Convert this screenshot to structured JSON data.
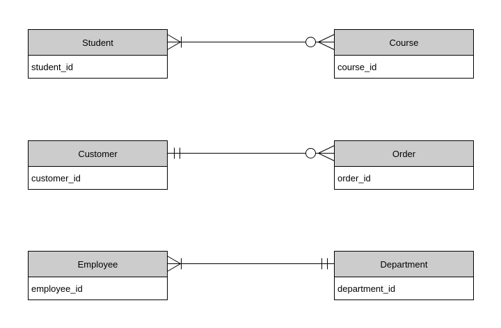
{
  "diagram": {
    "kind": "entity-relationship-crowsfoot",
    "colors": {
      "background": "#ffffff",
      "header_fill": "#cccccc",
      "body_fill": "#ffffff",
      "stroke": "#000000",
      "text": "#000000"
    },
    "entities": [
      {
        "name": "Student",
        "attributes": [
          "student_id"
        ]
      },
      {
        "name": "Course",
        "attributes": [
          "course_id"
        ]
      },
      {
        "name": "Customer",
        "attributes": [
          "customer_id"
        ]
      },
      {
        "name": "Order",
        "attributes": [
          "order_id"
        ]
      },
      {
        "name": "Employee",
        "attributes": [
          "employee_id"
        ]
      },
      {
        "name": "Department",
        "attributes": [
          "department_id"
        ]
      }
    ],
    "relationships": [
      {
        "from": "Student",
        "to": "Course",
        "from_cardinality": "one-or-many",
        "to_cardinality": "zero-or-many"
      },
      {
        "from": "Customer",
        "to": "Order",
        "from_cardinality": "exactly-one",
        "to_cardinality": "zero-or-many"
      },
      {
        "from": "Employee",
        "to": "Department",
        "from_cardinality": "one-or-many",
        "to_cardinality": "exactly-one"
      }
    ]
  }
}
